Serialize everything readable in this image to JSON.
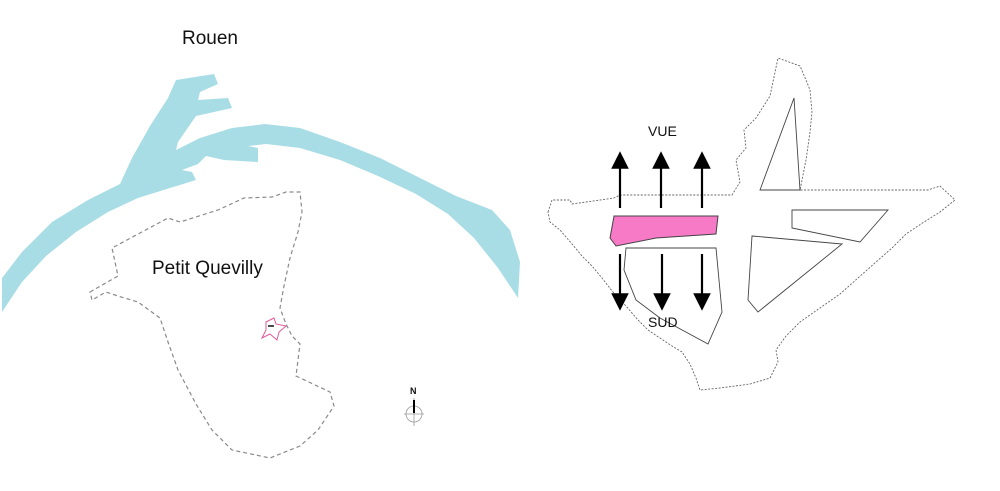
{
  "left_map": {
    "label_rouen": "Rouen",
    "label_commune": "Petit Quevilly",
    "north_label": "N"
  },
  "site_plan": {
    "label_top": "VUE",
    "label_bottom": "SUD"
  },
  "colors": {
    "river": "#a8dde6",
    "building": "#f77ac7",
    "outline": "#8a8a8a",
    "text": "#111111"
  },
  "icons": [
    "north-arrow-icon",
    "view-arrow-icon"
  ]
}
